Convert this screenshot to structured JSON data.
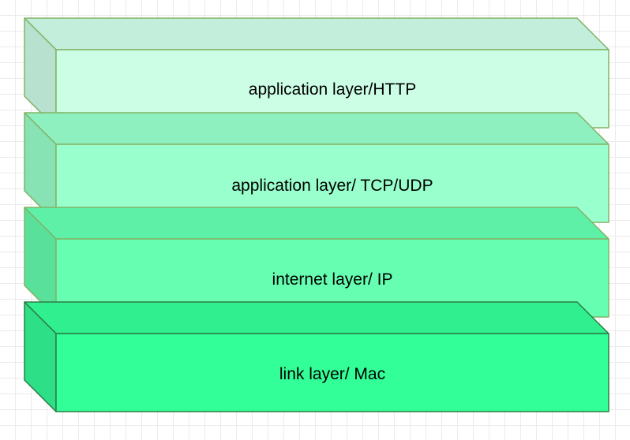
{
  "diagram": {
    "layers": [
      {
        "label": "application layer/HTTP",
        "front_color": "#ccfee6",
        "top_color": "#c2eedb",
        "side_color": "#b8e2cf",
        "stroke_color": "#82b366"
      },
      {
        "label": "application layer/ TCP/UDP",
        "front_color": "#99ffcc",
        "top_color": "#8ff0bf",
        "side_color": "#87e2b4",
        "stroke_color": "#82b366"
      },
      {
        "label": "internet layer/ IP",
        "front_color": "#66ffb2",
        "top_color": "#5ff0a7",
        "side_color": "#59e09b",
        "stroke_color": "#82b366"
      },
      {
        "label": "link layer/ Mac",
        "front_color": "#33ff99",
        "top_color": "#30ef8f",
        "side_color": "#2ddf86",
        "stroke_color": "#2d7d46"
      }
    ]
  }
}
